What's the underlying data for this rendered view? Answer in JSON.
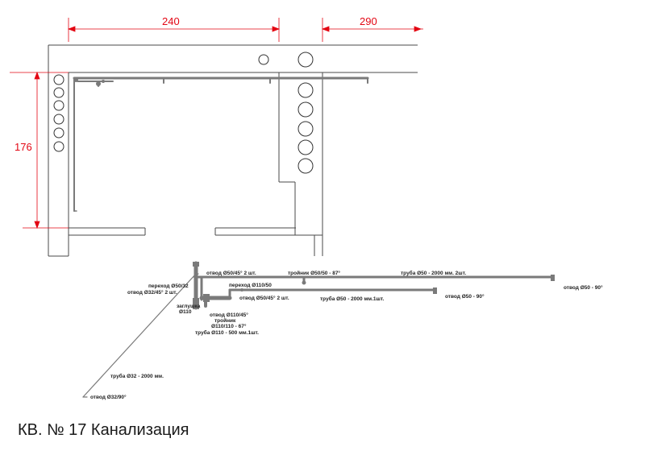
{
  "title": "КВ. № 17 Канализация",
  "dimensions": {
    "d240": "240",
    "d290": "290",
    "d176": "176"
  },
  "labels": {
    "otvod_50_45_2": "отвод Ø50/45° 2 шт.",
    "perehod_50_32": "переход Ø50/32",
    "otvod_32_45_2": "отвод Ø32/45° 2 шт.",
    "perehod_110_50": "переход Ø110/50",
    "troynik_50_50_87": "тройник Ø50/50 - 87°",
    "truba_50_2000_2": "труба Ø50 - 2000 мм. 2шт.",
    "otvod_50_90_a": "отвод Ø50 - 90°",
    "zaglushka": "заглушка",
    "zaglushka_size": "Ø110",
    "otvod_50_45_2b": "отвод Ø50/45° 2 шт.",
    "truba_50_2000_1": "труба Ø50 - 2000 мм.1шт.",
    "otvod_50_90_b": "отвод Ø50 - 90°",
    "otvod_110_45": "отвод Ø110/45°",
    "troynik": "тройник",
    "troynik_110_67": "Ø110/110 - 67°",
    "truba_110_500": "труба Ø110 - 500 мм.1шт.",
    "truba_32_2000": "труба Ø32 - 2000 мм.",
    "otvod_32_90": "отвод Ø32/90°"
  },
  "colors": {
    "dimension": "#e30613",
    "pipe": "#7a7a7a",
    "wall": "#4a4a4a"
  }
}
